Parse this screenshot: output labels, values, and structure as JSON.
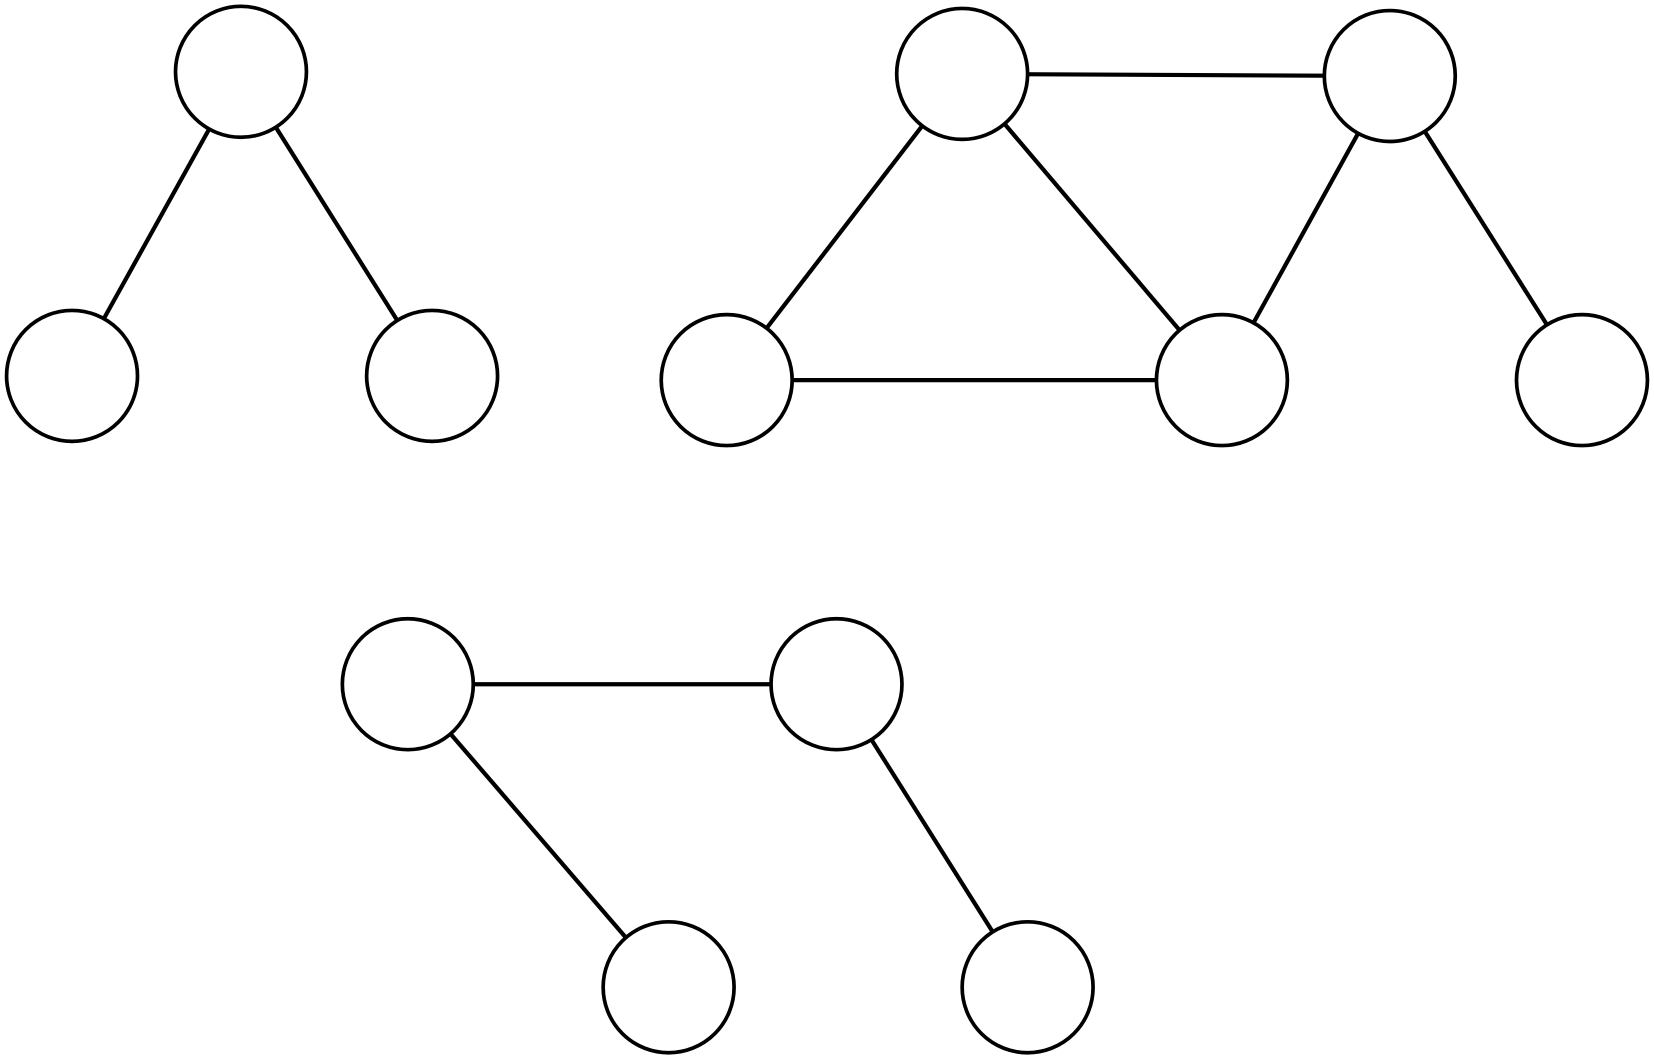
{
  "diagram": {
    "stroke_color": "#000000",
    "fill_color": "#ffffff",
    "graphs": [
      {
        "node_count": 3,
        "edges": [
          [
            0,
            1
          ],
          [
            0,
            2
          ]
        ]
      },
      {
        "node_count": 5,
        "edges": [
          [
            0,
            1
          ],
          [
            0,
            2
          ],
          [
            0,
            3
          ],
          [
            1,
            3
          ],
          [
            1,
            4
          ],
          [
            2,
            3
          ]
        ]
      },
      {
        "node_count": 4,
        "edges": [
          [
            0,
            1
          ],
          [
            0,
            2
          ],
          [
            1,
            3
          ]
        ]
      }
    ]
  }
}
